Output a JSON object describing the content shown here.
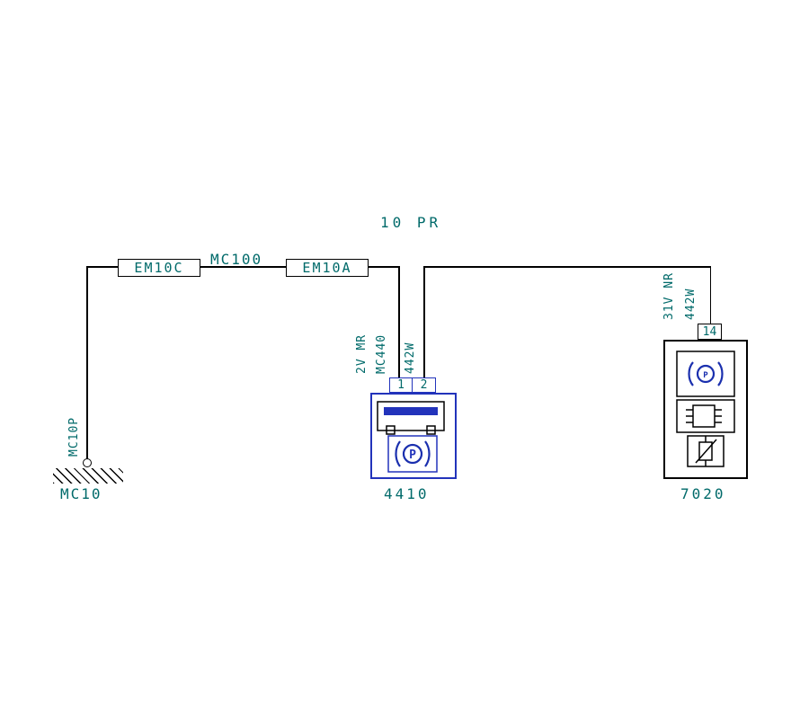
{
  "colors": {
    "background": "#ffffff",
    "wire": "#000000",
    "text": "#006a6a",
    "component_blue": "#2233bb",
    "icon_blue": "#1a2fae"
  },
  "labels": {
    "harness": "10 PR",
    "splice_mc100": "MC100",
    "connector_em10c": "EM10C",
    "connector_em10a": "EM10A",
    "ground_name": "MC10",
    "ground_wire": "MC10P",
    "wire_2v_mr": "2V MR",
    "wire_mc440": "MC440",
    "wire_442w_left": "442W",
    "wire_442w_right": "442W",
    "wire_31v_nr": "31V NR",
    "pin_1": "1",
    "pin_2": "2",
    "pin_14": "14",
    "component_left_id": "4410",
    "component_right_id": "7020",
    "parking_symbol": "P",
    "lamp_symbol": "P"
  },
  "icons": {
    "ground": "ground-hatch-icon",
    "parking_brake_switch": "switch-contact-icon",
    "parking_brake_indicator": "parking-p-icon",
    "cluster_warning_lamp": "warning-lamp-icon",
    "cluster_electronics": "chip-icon",
    "cluster_gauge": "resistor-icon"
  }
}
